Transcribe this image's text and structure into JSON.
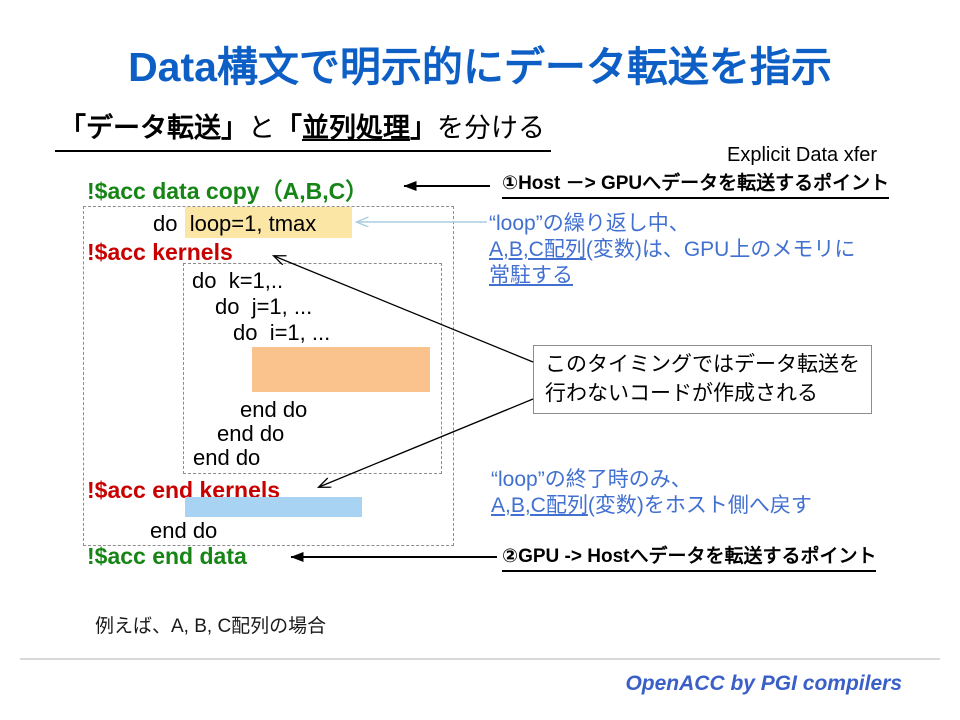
{
  "title": "Data構文で明示的にデータ転送を指示",
  "subtitle": {
    "parts": [
      {
        "text": "「データ転送」"
      },
      {
        "text": "と"
      },
      {
        "text": "「"
      },
      {
        "text": "並列処理"
      },
      {
        "text": "」"
      },
      {
        "text": "を分ける"
      }
    ]
  },
  "explicit_label": "Explicit Data xfer",
  "code": {
    "data_copy": "!$acc data copy（A,B,C）",
    "do_loop": "do  loop=1, tmax",
    "kernels": "!$acc kernels",
    "do_k": "do  k=1,..",
    "do_j": "do  j=1, ...",
    "do_i": "do  i=1, ...",
    "end_do_1": "end do",
    "end_do_2": "end do",
    "end_do_3": "end do",
    "end_kernels": "!$acc end kernels",
    "end_do_outer": "end do",
    "end_data": "!$acc end data"
  },
  "annotations": {
    "host_to_gpu": "①Host －> GPUへデータを転送するポイント",
    "loop_repeat": {
      "line1": "“loop”の繰り返し中、",
      "line2_underlined": "A,B,C配列",
      "line2_rest": "(変数)は、GPU上のメモリに",
      "line3": "常駐する"
    },
    "callout": {
      "line1": "このタイミングではデータ転送を",
      "line2": "行わないコードが作成される"
    },
    "loop_end": {
      "line1": "“loop”の終了時のみ、",
      "line2_underlined": "A,B,C配列",
      "line2_rest": "(変数)をホスト側へ戻す"
    },
    "gpu_to_host": "②GPU -> Hostへデータを転送するポイント"
  },
  "footnote": "例えば、A, B, C配列の場合",
  "footer": "OpenACC by PGI compilers",
  "colors": {
    "title_blue": "#0D5FC5",
    "directive_green": "#168516",
    "directive_red": "#C80000",
    "annotation_blue": "#4170D0",
    "footer_blue": "#3A5FC8",
    "highlight_yellow": "#FBE6A6",
    "block_orange": "#FAC38E",
    "block_light_blue": "#A8D3F2",
    "arrow_light_blue": "#A9CEE2",
    "dashed_border_gray": "#8C8C8C",
    "divider_gray": "#D9D9D9"
  }
}
